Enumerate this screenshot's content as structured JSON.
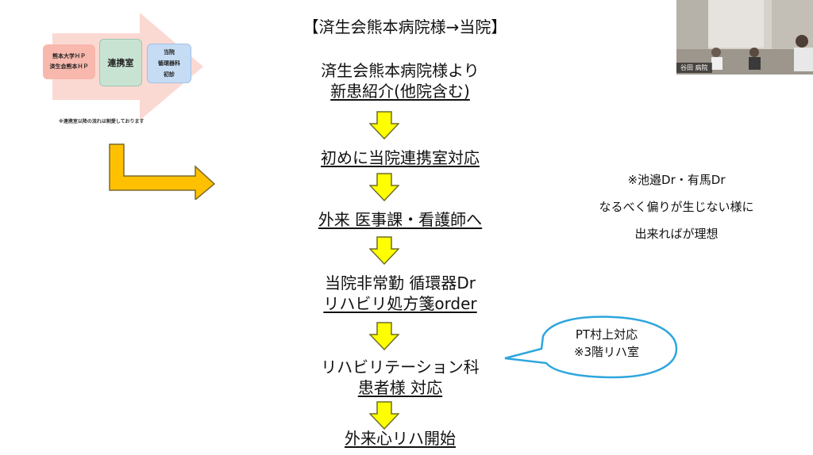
{
  "slide": {
    "title": "【済生会熊本病院様→当院】",
    "steps": [
      {
        "lines": [
          "済生会熊本病院様より",
          "新患紹介(他院含む)"
        ]
      },
      {
        "lines": [
          "初めに当院連携室対応"
        ]
      },
      {
        "lines": [
          "外来 医事課・看護師へ"
        ]
      },
      {
        "lines": [
          "当院非常勤 循環器Dr",
          "リハビリ処方箋order"
        ]
      },
      {
        "lines": [
          "リハビリテーション科",
          "患者様 対応"
        ]
      },
      {
        "lines": [
          "外来心リハ開始"
        ]
      }
    ],
    "right_note": {
      "line1": "※池邉Dr・有馬Dr",
      "line2": "なるべく偏りが生じない様に",
      "line3": "出来ればが理想"
    },
    "bubble": {
      "line1": "PT村上対応",
      "line2": "※3階リハ室"
    }
  },
  "mini_diagram": {
    "left_box": [
      "熊本大学ＨＰ",
      "済生会熊本ＨＰ"
    ],
    "mid_box": "連携室",
    "right_box": [
      "当院",
      "循環器科",
      "初診"
    ],
    "note": "※連携室以降の流れは割愛しております"
  },
  "video": {
    "label": "谷田 病院"
  },
  "colors": {
    "down_arrow_fill": "#ffff00",
    "down_arrow_stroke": "#6d6d2a",
    "bend_arrow_fill": "#ffc000",
    "bubble_stroke": "#2ea6dd",
    "big_arrow_fill": "#fbd9d3"
  }
}
